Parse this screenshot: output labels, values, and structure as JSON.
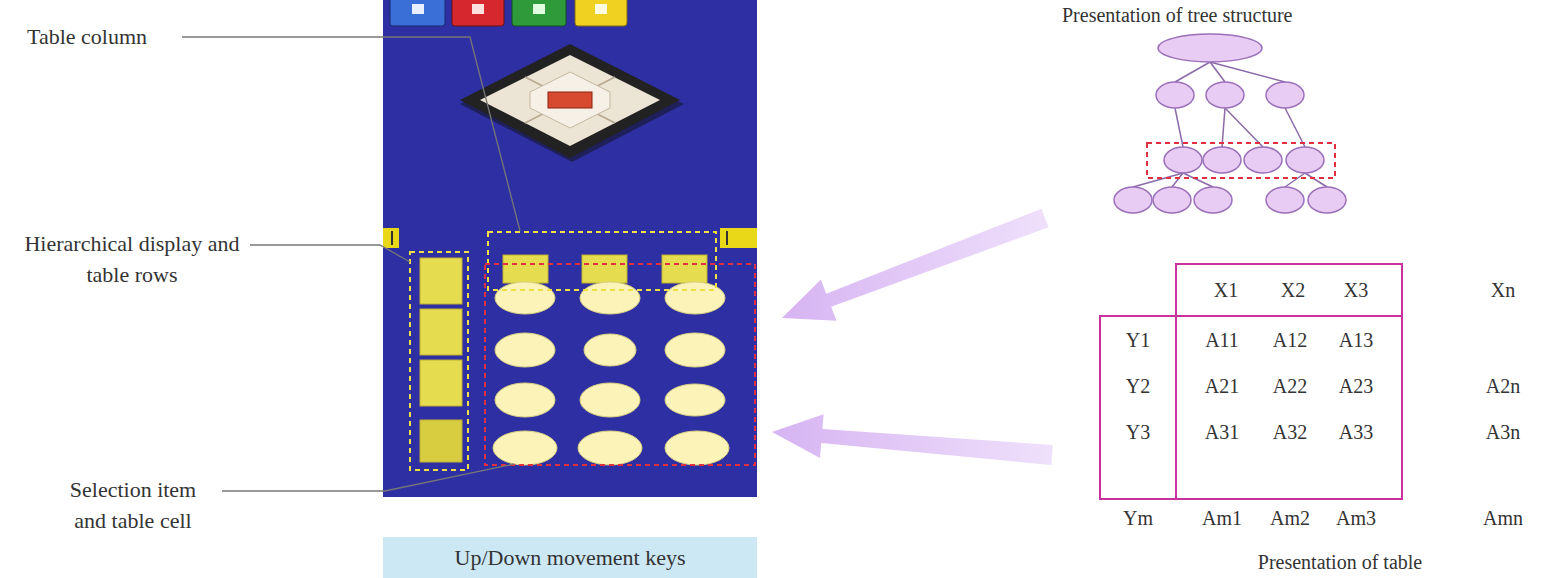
{
  "diagram": {
    "nodes": [
      {
        "text": [
          "Up/Down movement keys"
        ]
      }
    ],
    "labels": [
      "Table column",
      "Hierarchical display and table rows",
      "Selection item and table cell",
      "Presentation of tree structure",
      "X1",
      "X2",
      "X3",
      "Xn",
      "Y1",
      "A11",
      "A12",
      "A13",
      "Y2",
      "A21",
      "A22",
      "A23",
      "A2n",
      "Y3",
      "A31",
      "A32",
      "A33",
      "A3n",
      "Ym",
      "Am1",
      "Am2",
      "Am3",
      "Amn",
      "Presentation of table"
    ]
  }
}
